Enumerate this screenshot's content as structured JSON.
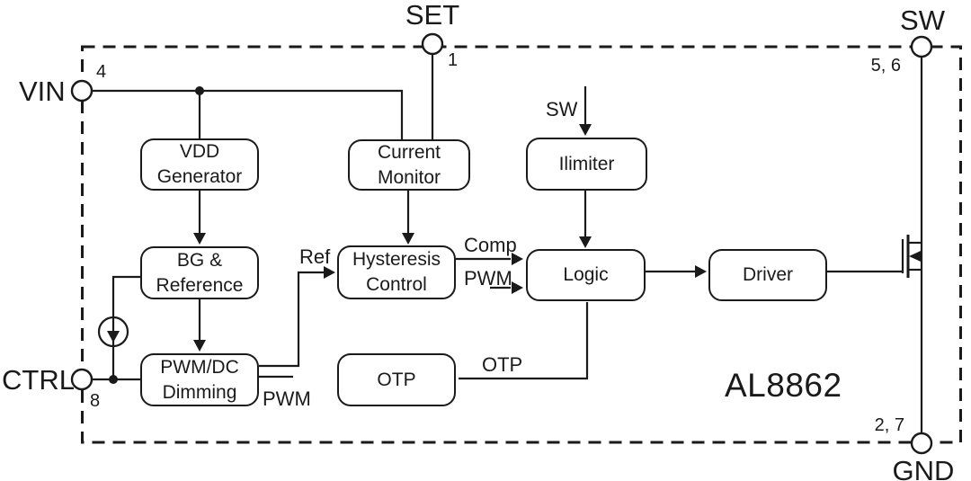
{
  "diagram": {
    "part_number": "AL8862",
    "pins": {
      "vin": {
        "label": "VIN",
        "number": "4"
      },
      "set": {
        "label": "SET",
        "number": "1"
      },
      "sw": {
        "label": "SW",
        "number": "5, 6"
      },
      "ctrl": {
        "label": "CTRL",
        "number": "8"
      },
      "gnd": {
        "label": "GND",
        "number": "2, 7"
      }
    },
    "blocks": {
      "vdd_generator": {
        "label": "VDD\nGenerator"
      },
      "current_monitor": {
        "label": "Current\nMonitor"
      },
      "ilimiter": {
        "label": "Ilimiter"
      },
      "bg_reference": {
        "label": "BG &\nReference"
      },
      "hysteresis_control": {
        "label": "Hysteresis\nControl"
      },
      "logic": {
        "label": "Logic"
      },
      "driver": {
        "label": "Driver"
      },
      "pwm_dc_dimming": {
        "label": "PWM/DC\nDimming"
      },
      "otp": {
        "label": "OTP"
      }
    },
    "signal_labels": {
      "ref": "Ref",
      "comp": "Comp",
      "pwm_to_logic": "PWM",
      "pwm_from_dimming": "PWM",
      "otp_to_logic": "OTP",
      "sw_to_ilimiter": "SW"
    },
    "colors": {
      "line": "#1a1a1a",
      "background": "#ffffff"
    }
  }
}
